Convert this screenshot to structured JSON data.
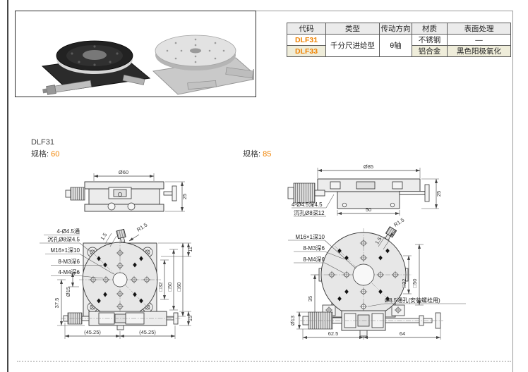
{
  "colors": {
    "accent": "#f08200"
  },
  "table": {
    "headers": [
      "代码",
      "类型",
      "传动方向",
      "材质",
      "表面处理"
    ],
    "rows": [
      {
        "code": "DLF31",
        "type": "千分尺进给型",
        "direction": "θ轴",
        "material": "不锈钢",
        "finish": "—"
      },
      {
        "code": "DLF33",
        "material": "铝合金",
        "finish": "黑色阳极氧化"
      }
    ]
  },
  "left_block": {
    "model": "DLF31",
    "spec_label": "规格:",
    "spec_value": "60",
    "side_view": {
      "dia": "Ø60",
      "height": "25"
    },
    "top_view": {
      "label_hole_line1": "4-Ø4.5通",
      "label_hole_line2": "沉孔Ø8深4.5",
      "label_m16": "M16×1深10",
      "label_m3": "8-M3深6",
      "label_m4": "4-M4深6",
      "dim_pin": "1.5",
      "dim_radius": "R1.5",
      "dim_edge": "11",
      "dim_sq32": "□32",
      "dim_sq50": "□50",
      "dim_sq60": "□60",
      "dim_375": "37.5",
      "dim_d15": "Ø15",
      "dim_4525a": "(45.25)",
      "dim_4525b": "(45.25)",
      "dim_15": "15"
    }
  },
  "right_block": {
    "spec_label": "规格:",
    "spec_value": "85",
    "side_view": {
      "dia": "Ø85",
      "height": "25",
      "hole_note1": "4-Ø4.5深4.5",
      "hole_note2": "沉孔Ø8深12",
      "dim_50": "50"
    },
    "top_view": {
      "label_m16": "M16×1深10",
      "label_m3": "8-M3深6",
      "label_m4": "8-M4深6",
      "dim_pin": "1.5",
      "dim_radius": "R1.5",
      "dim_sq32": "□32",
      "dim_sq50": "□50",
      "dim_35": "35",
      "dim_d13": "Ø13",
      "label_thru": "Ø8.5通孔(安装螺栓用)",
      "dim_625": "62.5",
      "dim_64": "64"
    }
  }
}
